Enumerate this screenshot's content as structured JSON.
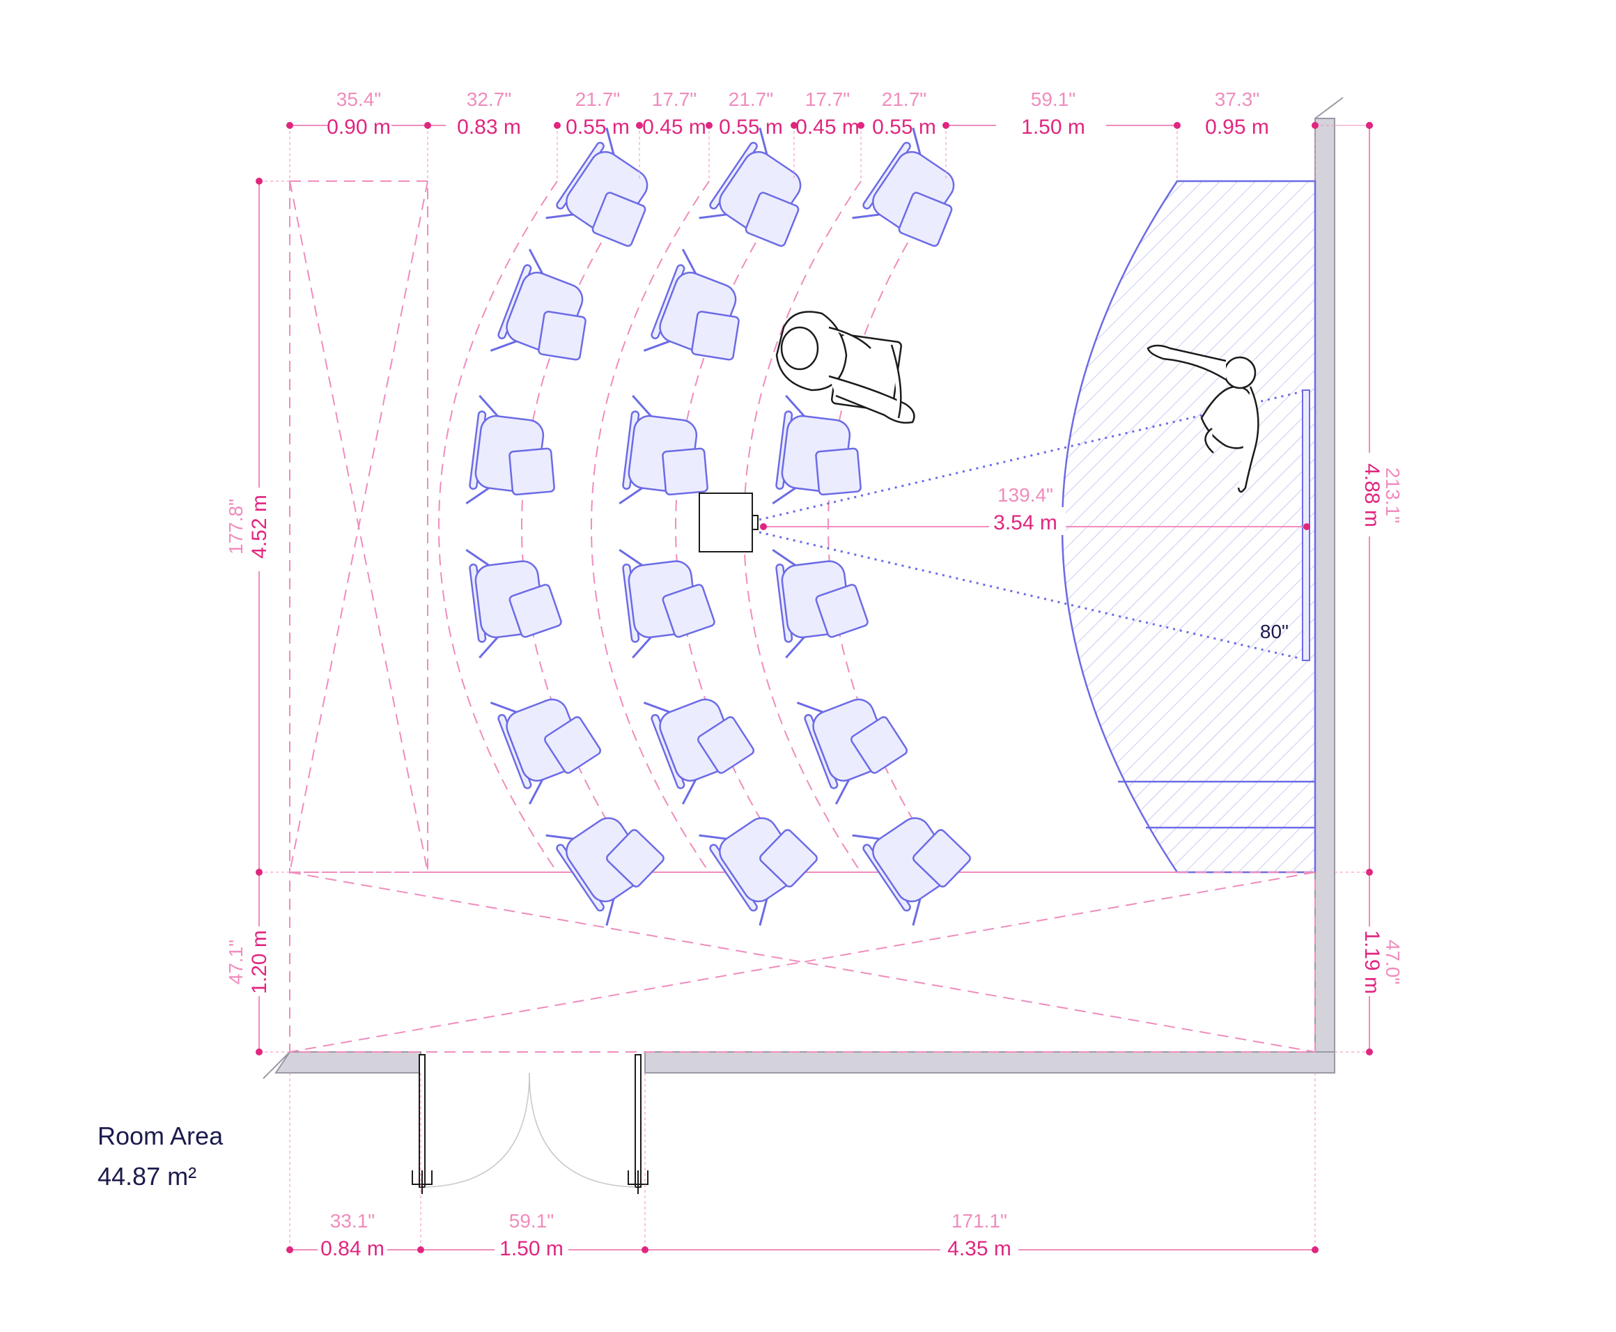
{
  "colors": {
    "wall": "#d4d2da",
    "wall_stroke": "#9a98a4",
    "dimension": "#e0267f",
    "dimension_light": "#f08cbd",
    "furniture": "#6b6be6",
    "furniture_fill": "#ececff",
    "text_dark": "#1b1b4d"
  },
  "room": {
    "area_label": "Room Area",
    "area_value": "44.87 m²"
  },
  "dimensions": {
    "top": [
      {
        "in": "35.4\"",
        "m": "0.90 m"
      },
      {
        "in": "32.7\"",
        "m": "0.83 m"
      },
      {
        "in": "21.7\"",
        "m": "0.55 m"
      },
      {
        "in": "17.7\"",
        "m": "0.45 m"
      },
      {
        "in": "21.7\"",
        "m": "0.55 m"
      },
      {
        "in": "17.7\"",
        "m": "0.45 m"
      },
      {
        "in": "21.7\"",
        "m": "0.55 m"
      },
      {
        "in": "59.1\"",
        "m": "1.50 m"
      },
      {
        "in": "37.3\"",
        "m": "0.95 m"
      }
    ],
    "bottom": [
      {
        "in": "33.1\"",
        "m": "0.84 m"
      },
      {
        "in": "59.1\"",
        "m": "1.50 m"
      },
      {
        "in": "171.1\"",
        "m": "4.35 m"
      }
    ],
    "left": [
      {
        "in": "177.8\"",
        "m": "4.52 m"
      },
      {
        "in": "47.1\"",
        "m": "1.20 m"
      }
    ],
    "right": [
      {
        "in": "213.1\"",
        "m": "4.88 m"
      },
      {
        "in": "47.0\"",
        "m": "1.19 m"
      }
    ],
    "projection": {
      "in": "139.4\"",
      "m": "3.54 m"
    },
    "screen_size": "80\""
  }
}
